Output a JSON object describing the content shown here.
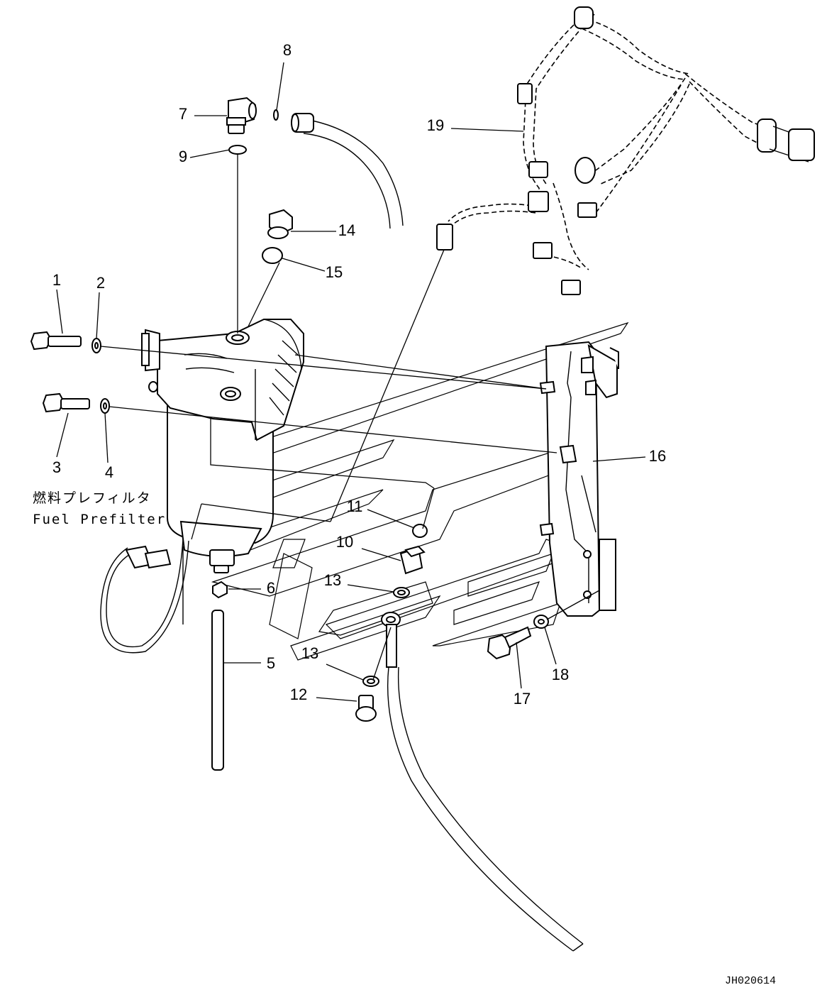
{
  "callouts": [
    "1",
    "2",
    "3",
    "4",
    "5",
    "6",
    "7",
    "8",
    "9",
    "10",
    "11",
    "12",
    "13",
    "13",
    "14",
    "15",
    "16",
    "17",
    "18",
    "19"
  ],
  "caption": {
    "japanese": "燃料プレフィルタ",
    "english": "Fuel Prefilter"
  },
  "drawing_code": "JH020614"
}
